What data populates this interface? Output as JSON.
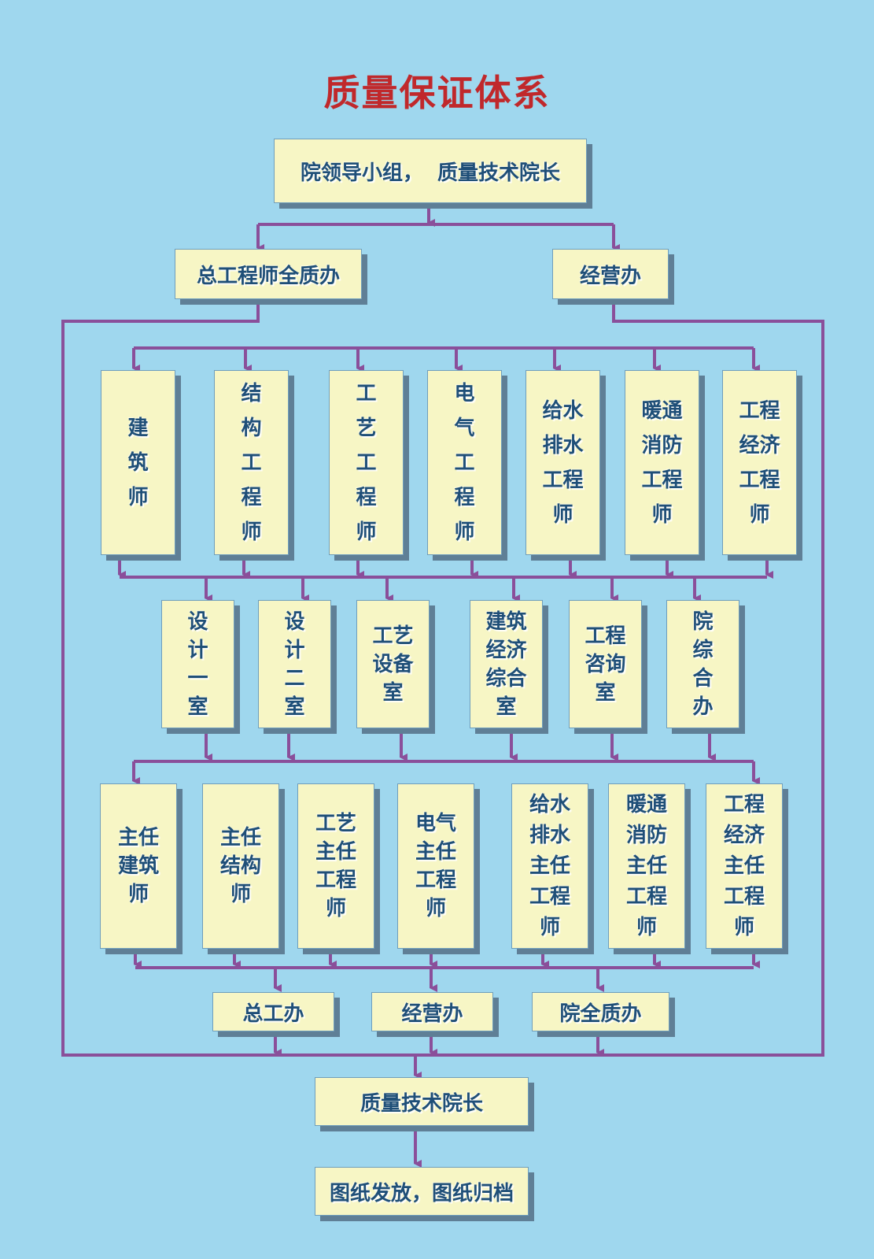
{
  "title": "质量保证体系",
  "colors": {
    "background": "#9fd7ee",
    "box": "#f7f6c5",
    "line": "#8a4f9a",
    "title": "#c0282b",
    "text": "#1f4f78"
  },
  "top": {
    "leadership": "院领导小组，  质量技术院长"
  },
  "level2": {
    "chief_office": "总工程师全质办",
    "business_office": "经营办"
  },
  "engineers": [
    "建\n筑\n师",
    "结\n构\n工\n程\n师",
    "工\n艺\n工\n程\n师",
    "电\n气\n工\n程\n师",
    "给水\n排水\n工程\n师",
    "暖通\n消防\n工程\n师",
    "工程\n经济\n工程\n师"
  ],
  "offices": [
    "设\n计\n一\n室",
    "设\n计\n二\n室",
    "工艺\n设备\n室",
    "建筑\n经济\n综合\n室",
    "工程\n咨询\n室",
    "院\n综\n合\n办"
  ],
  "chiefs": [
    "主任\n建筑\n师",
    "主任\n结构\n师",
    "工艺\n主任\n工程\n师",
    "电气\n主任\n工程\n师",
    "给水\n排水\n主任\n工程\n师",
    "暖通\n消防\n主任\n工程\n师",
    "工程\n经济\n主任\n工程\n师"
  ],
  "bottom_offices": {
    "chief_work": "总工办",
    "business": "经营办",
    "quality": "院全质办"
  },
  "final": {
    "quality_dean": "质量技术院长",
    "drawings": "图纸发放，图纸归档"
  }
}
